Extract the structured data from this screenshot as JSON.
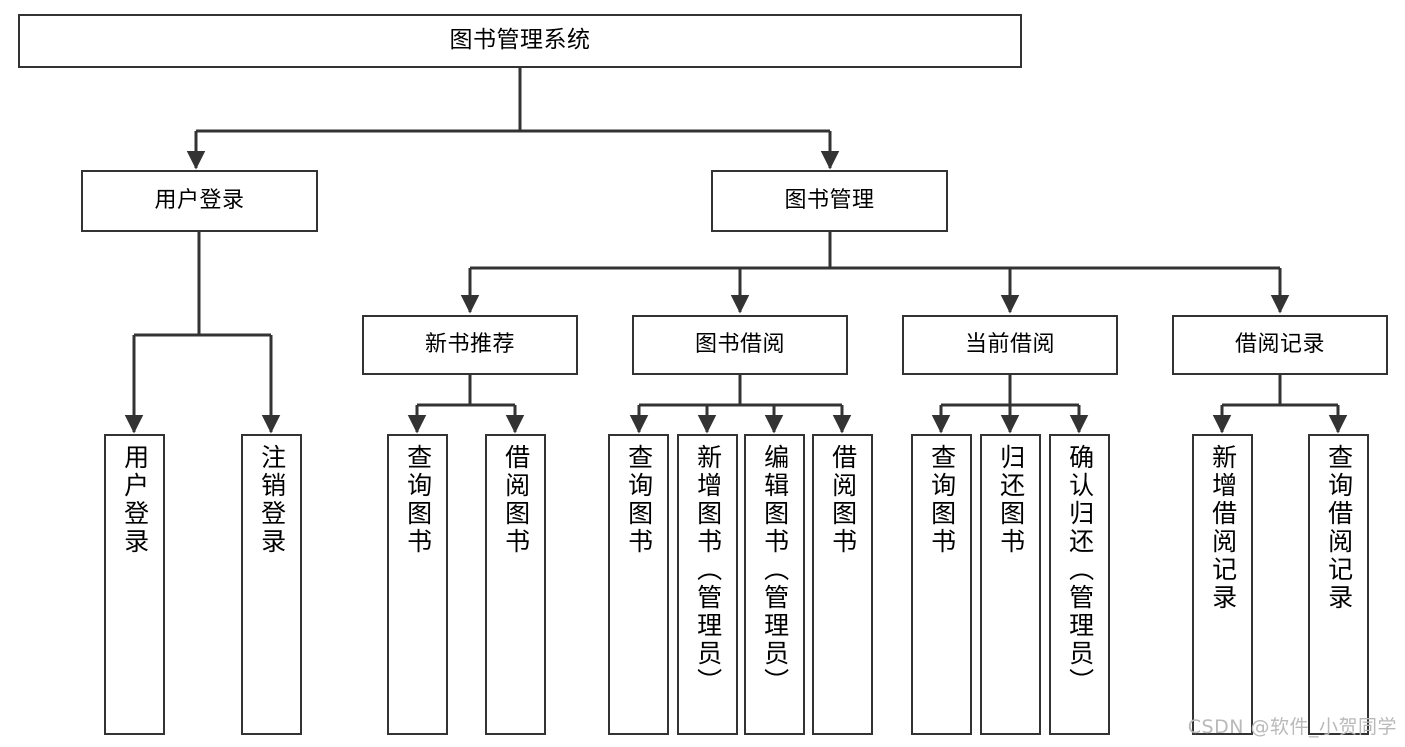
{
  "diagram": {
    "title": "图书管理系统",
    "watermark": "CSDN @软件_小贺同学",
    "stroke_color": "#333333",
    "background_color": "#ffffff",
    "nodes": {
      "root": {
        "label": "图书管理系统"
      },
      "l2": [
        {
          "label": "用户登录"
        },
        {
          "label": "图书管理"
        }
      ],
      "l3": [
        {
          "label": "新书推荐"
        },
        {
          "label": "图书借阅"
        },
        {
          "label": "当前借阅"
        },
        {
          "label": "借阅记录"
        }
      ],
      "leaves_user_login": [
        {
          "label": "用户登录"
        },
        {
          "label": "注销登录"
        }
      ],
      "leaves_new_book": [
        {
          "label": "查询图书"
        },
        {
          "label": "借阅图书"
        }
      ],
      "leaves_borrow_book": [
        {
          "label": "查询图书"
        },
        {
          "label": "新增图书（管理员）"
        },
        {
          "label": "编辑图书（管理员）"
        },
        {
          "label": "借阅图书"
        }
      ],
      "leaves_current_borrow": [
        {
          "label": "查询图书"
        },
        {
          "label": "归还图书"
        },
        {
          "label": "确认归还（管理员）"
        }
      ],
      "leaves_borrow_record": [
        {
          "label": "新增借阅记录"
        },
        {
          "label": "查询借阅记录"
        }
      ]
    }
  }
}
